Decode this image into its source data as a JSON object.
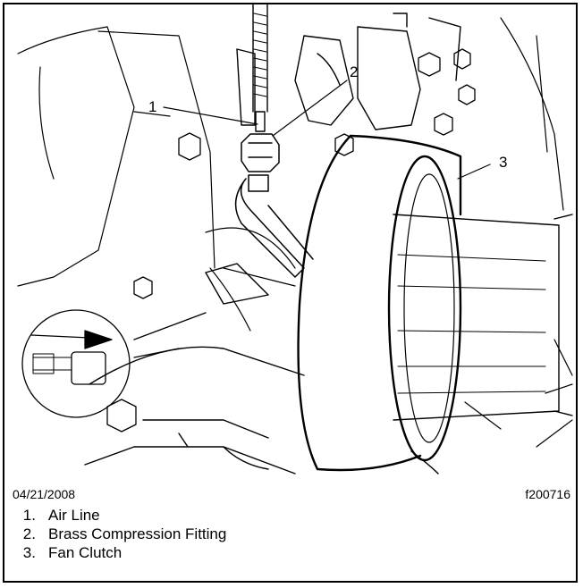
{
  "figure": {
    "date": "04/21/2008",
    "figure_id": "f200716",
    "callouts": [
      {
        "number": "1",
        "label": "Air Line"
      },
      {
        "number": "2",
        "label": "Brass Compression Fitting"
      },
      {
        "number": "3",
        "label": "Fan Clutch"
      }
    ]
  }
}
